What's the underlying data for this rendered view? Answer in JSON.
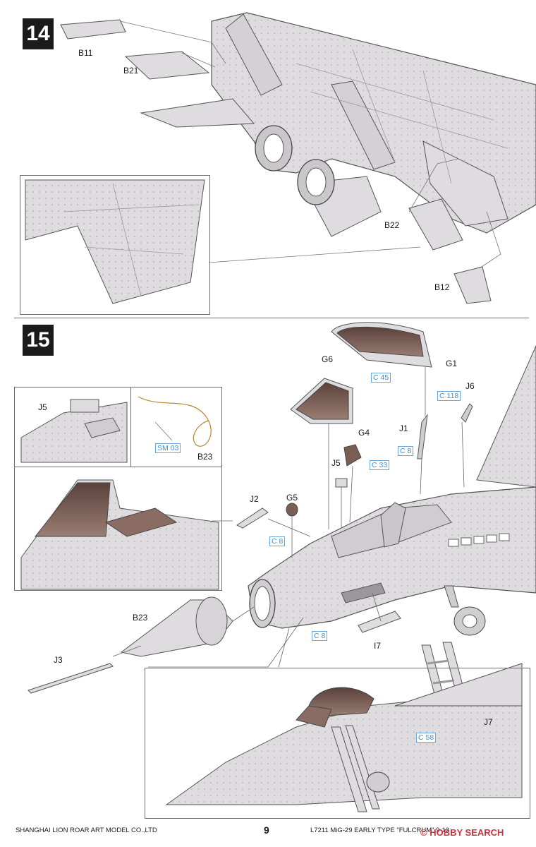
{
  "steps": [
    {
      "number": "14",
      "parts": [
        "B11",
        "B21",
        "B22",
        "B12"
      ]
    },
    {
      "number": "15",
      "parts": [
        "G1",
        "G6",
        "J6",
        "J1",
        "G4",
        "J5",
        "J2",
        "G5",
        "B23",
        "J3",
        "I7",
        "J7"
      ],
      "inset_parts": [
        "J5",
        "B23"
      ],
      "paint_codes": {
        "g1": {
          "code": "C",
          "num": "45"
        },
        "j1_top": {
          "code": "C",
          "num": "118"
        },
        "j1_bottom": {
          "code": "C",
          "num": "8"
        },
        "g4": {
          "code": "C",
          "num": "33"
        },
        "g5": {
          "code": "C",
          "num": "8"
        },
        "nose": {
          "code": "C",
          "num": "8"
        },
        "j7": {
          "code": "C",
          "num": "58"
        },
        "b23_wire": {
          "code": "SM",
          "num": "03"
        }
      }
    }
  ],
  "footer": {
    "company": "SHANGHAI LION ROAR ART MODEL CO.,LTD",
    "page": "9",
    "kit": "L7211  MiG-29  EARLY TYPE \"FULCRUM\" 9-12"
  },
  "watermark": "© HOBBY SEARCH",
  "colors": {
    "panel_gray": "#dedcdf",
    "line": "#5a5a5a",
    "paint_blue": "#4a8fc9",
    "canopy_brown": "#6a4f48"
  }
}
